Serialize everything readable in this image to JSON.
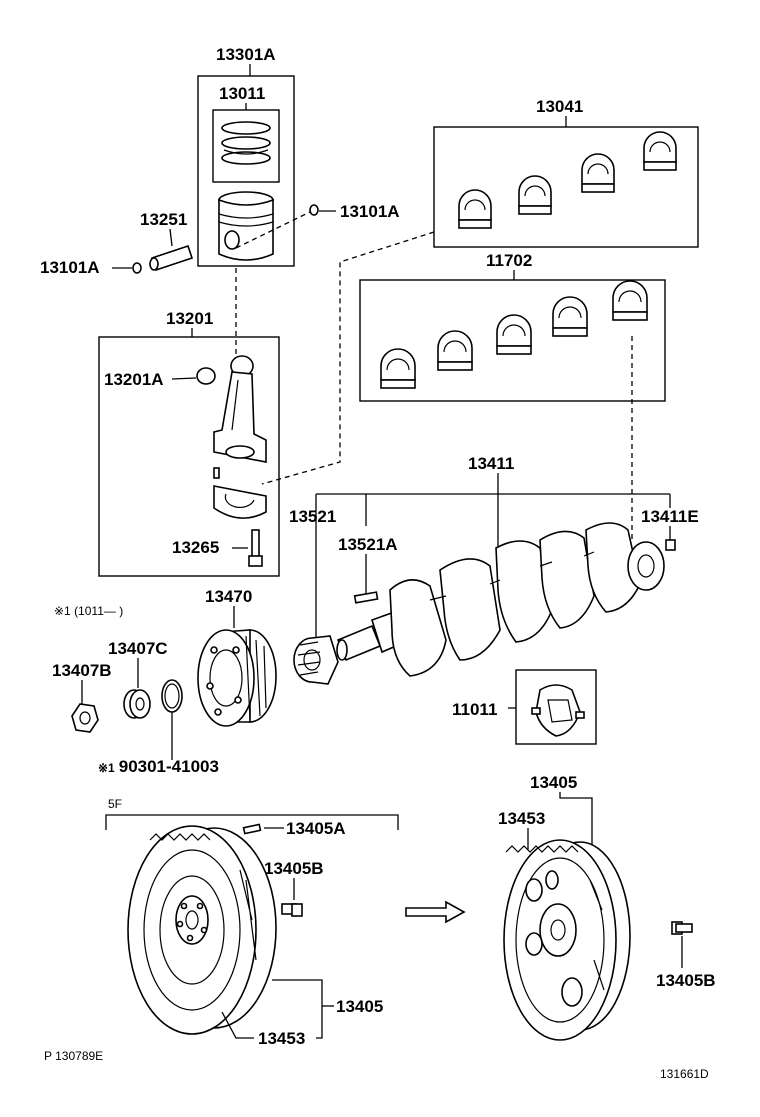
{
  "labels": {
    "p13301A": "13301A",
    "p13011": "13011",
    "p13041": "13041",
    "p13251": "13251",
    "p13101A_right": "13101A",
    "p13101A_left": "13101A",
    "p11702": "11702",
    "p13201": "13201",
    "p13201A": "13201A",
    "p13411": "13411",
    "p13521": "13521",
    "p13521A": "13521A",
    "p13411E": "13411E",
    "p13265": "13265",
    "p13470": "13470",
    "p13407C": "13407C",
    "p13407B": "13407B",
    "p11011": "11011",
    "p90301": "90301-41003",
    "p13405_top": "13405",
    "p13453_right": "13453",
    "p13405A": "13405A",
    "p13405B_left": "13405B",
    "p13405B_right": "13405B",
    "p13405_left": "13405",
    "p13453_left": "13453"
  },
  "notes": {
    "mark1": "※1",
    "mark_range": "※1 (1011— )",
    "note_5f": "5F"
  },
  "footer": {
    "left_code": "P  130789E",
    "right_code": "131661D"
  }
}
